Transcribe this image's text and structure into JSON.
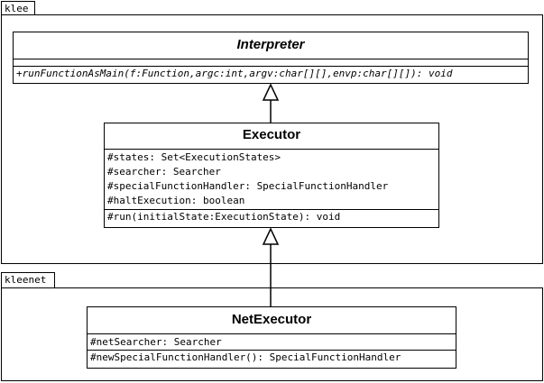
{
  "packages": {
    "klee": {
      "label": "klee"
    },
    "kleenet": {
      "label": "kleenet"
    }
  },
  "classes": {
    "interpreter": {
      "name": "Interpreter",
      "attributes": [],
      "operations": [
        "+runFunctionAsMain(f:Function,argc:int,argv:char[][],envp:char[][]): void"
      ]
    },
    "executor": {
      "name": "Executor",
      "attributes": [
        "#states: Set<ExecutionStates>",
        "#searcher: Searcher",
        "#specialFunctionHandler: SpecialFunctionHandler",
        "#haltExecution: boolean"
      ],
      "operations": [
        "#run(initialState:ExecutionState): void"
      ]
    },
    "netexecutor": {
      "name": "NetExecutor",
      "attributes": [
        "#netSearcher: Searcher"
      ],
      "operations": [
        "#newSpecialFunctionHandler(): SpecialFunctionHandler"
      ]
    }
  },
  "relations": [
    {
      "type": "generalization",
      "from": "Executor",
      "to": "Interpreter"
    },
    {
      "type": "generalization",
      "from": "NetExecutor",
      "to": "Executor"
    }
  ]
}
